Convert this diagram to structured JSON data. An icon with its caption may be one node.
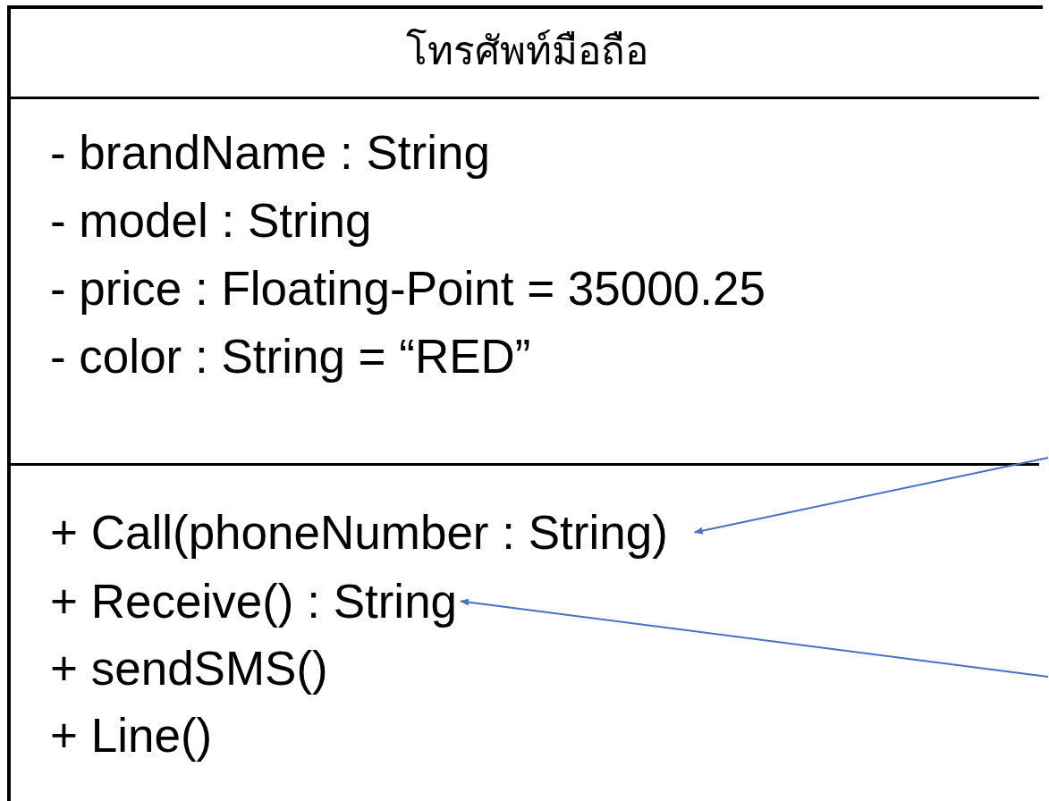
{
  "diagram": {
    "nodes": [
      {
        "text": [
          "โทรศัพท์มือถือ"
        ]
      },
      {
        "text": [
          "- brandName : String",
          "- model : String",
          "- price : Floating-Point = 35000.25",
          "- color : String = “RED”"
        ],
        "in": 0
      },
      {
        "text": [],
        "shape": "box",
        "in": 0
      },
      {
        "text": [
          "+ Call(phoneNumber : String)"
        ],
        "in": 2
      },
      {
        "text": [
          "+ Receive() : String"
        ],
        "in": 2
      },
      {
        "text": [
          "+ sendSMS()"
        ],
        "in": 2
      },
      {
        "text": [
          "+ Line()"
        ],
        "in": 2
      }
    ],
    "edges": [
      {
        "from": null,
        "to": 3,
        "arrow": "to",
        "color": "#4472c4"
      },
      {
        "from": null,
        "to": 4,
        "arrow": "to",
        "color": "#4472c4"
      }
    ]
  }
}
